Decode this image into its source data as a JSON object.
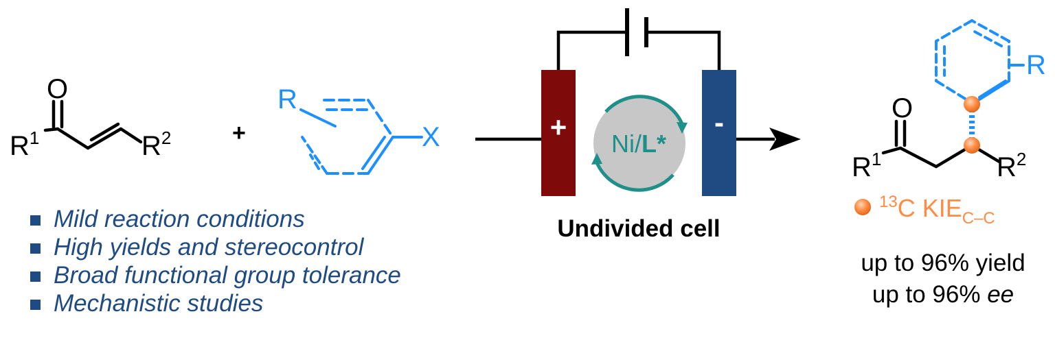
{
  "reactant1": {
    "oxygen": "O",
    "r1_main": "R",
    "r1_sup": "1",
    "r2_main": "R",
    "r2_sup": "2"
  },
  "plus": "+",
  "reactant2": {
    "r": "R",
    "x": "X"
  },
  "cell": {
    "anode_sign": "+",
    "cathode_sign": "-",
    "catalyst_metal": "Ni/",
    "catalyst_ligand": "L*",
    "caption": "Undivided cell"
  },
  "product": {
    "oxygen": "O",
    "r1_main": "R",
    "r1_sup": "1",
    "r2_main": "R",
    "r2_sup": "2",
    "aryl_r": "R"
  },
  "kie": {
    "sup": "13",
    "main": "C KIE",
    "sub": "C–C"
  },
  "results": {
    "line1": "up to 96% yield",
    "line2_prefix": "up to 96% ",
    "line2_italic": "ee"
  },
  "features": [
    "Mild reaction conditions",
    "High yields and stereocontrol",
    "Broad functional group tolerance",
    "Mechanistic studies"
  ],
  "colors": {
    "blue": "#1e8fff",
    "navy": "#1f4b82",
    "anode": "#7f0a0a",
    "cathode": "#1f4b82",
    "orange": "#ff8c42",
    "teal": "#1f8f8a"
  }
}
